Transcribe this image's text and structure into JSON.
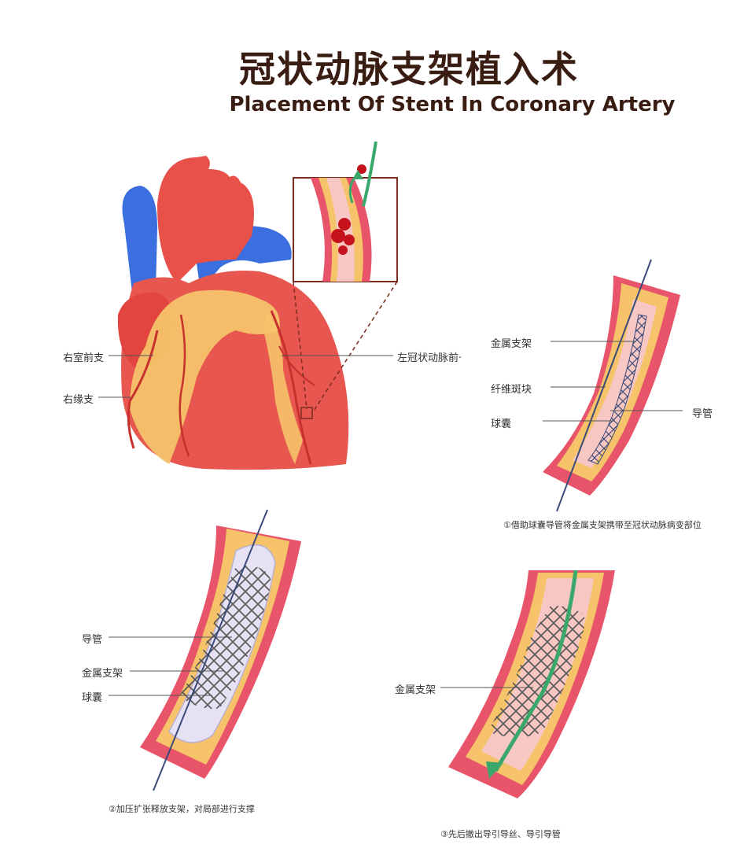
{
  "title": {
    "zh": "冠状动脉支架植入术",
    "en": "Placement Of Stent In Coronary Artery"
  },
  "heart_labels": {
    "right_ventricle_anterior": "右室前支",
    "right_marginal": "右缘支",
    "left_anterior_descending": "左冠状动脉前·"
  },
  "panel1": {
    "labels": {
      "stent": "金属支架",
      "plaque": "纤维斑块",
      "balloon": "球囊",
      "catheter": "导管"
    },
    "caption": "①借助球囊导管将金属支架携带至冠状动脉病变部位"
  },
  "panel2": {
    "labels": {
      "catheter": "导管",
      "stent": "金属支架",
      "balloon": "球囊"
    },
    "caption": "②加压扩张释放支架，对局部进行支撑"
  },
  "panel3": {
    "labels": {
      "stent": "金属支架"
    },
    "caption": "③先后撤出导引导丝、导引导管"
  },
  "colors": {
    "title": "#3a1d12",
    "vessel": "#e8556a",
    "vessel_inner": "#f7c7c4",
    "fat": "#f6c36a",
    "blood": "#c5121c",
    "vein": "#3b6fe0",
    "guidewire": "#3aa86b",
    "leader": "#555555",
    "zoom_box": "#7a2b20"
  }
}
